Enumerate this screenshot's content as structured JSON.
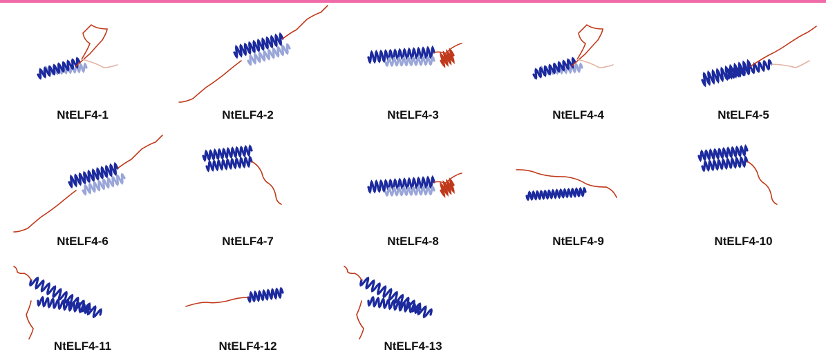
{
  "colors": {
    "accent_bar": "#f06aa8",
    "helix_dark": "#1c2a9e",
    "helix_light": "#9aa6d8",
    "loop_red": "#c0391b",
    "loop_pale": "#e3b3a5"
  },
  "proteins": [
    {
      "label": "NtELF4-1",
      "shape": "helix-loop-top"
    },
    {
      "label": "NtELF4-2",
      "shape": "helix-long-tails"
    },
    {
      "label": "NtELF4-3",
      "shape": "helix-coil-end"
    },
    {
      "label": "NtELF4-4",
      "shape": "helix-loop-top"
    },
    {
      "label": "NtELF4-5",
      "shape": "helix-tail-up"
    },
    {
      "label": "NtELF4-6",
      "shape": "helix-long-tails"
    },
    {
      "label": "NtELF4-7",
      "shape": "helix-tail-down"
    },
    {
      "label": "NtELF4-8",
      "shape": "helix-coil-end"
    },
    {
      "label": "NtELF4-9",
      "shape": "helix-flat-tail"
    },
    {
      "label": "NtELF4-10",
      "shape": "helix-tail-down"
    },
    {
      "label": "NtELF4-11",
      "shape": "helix-diagonal"
    },
    {
      "label": "NtELF4-12",
      "shape": "helix-short-right"
    },
    {
      "label": "NtELF4-13",
      "shape": "helix-diagonal"
    }
  ]
}
